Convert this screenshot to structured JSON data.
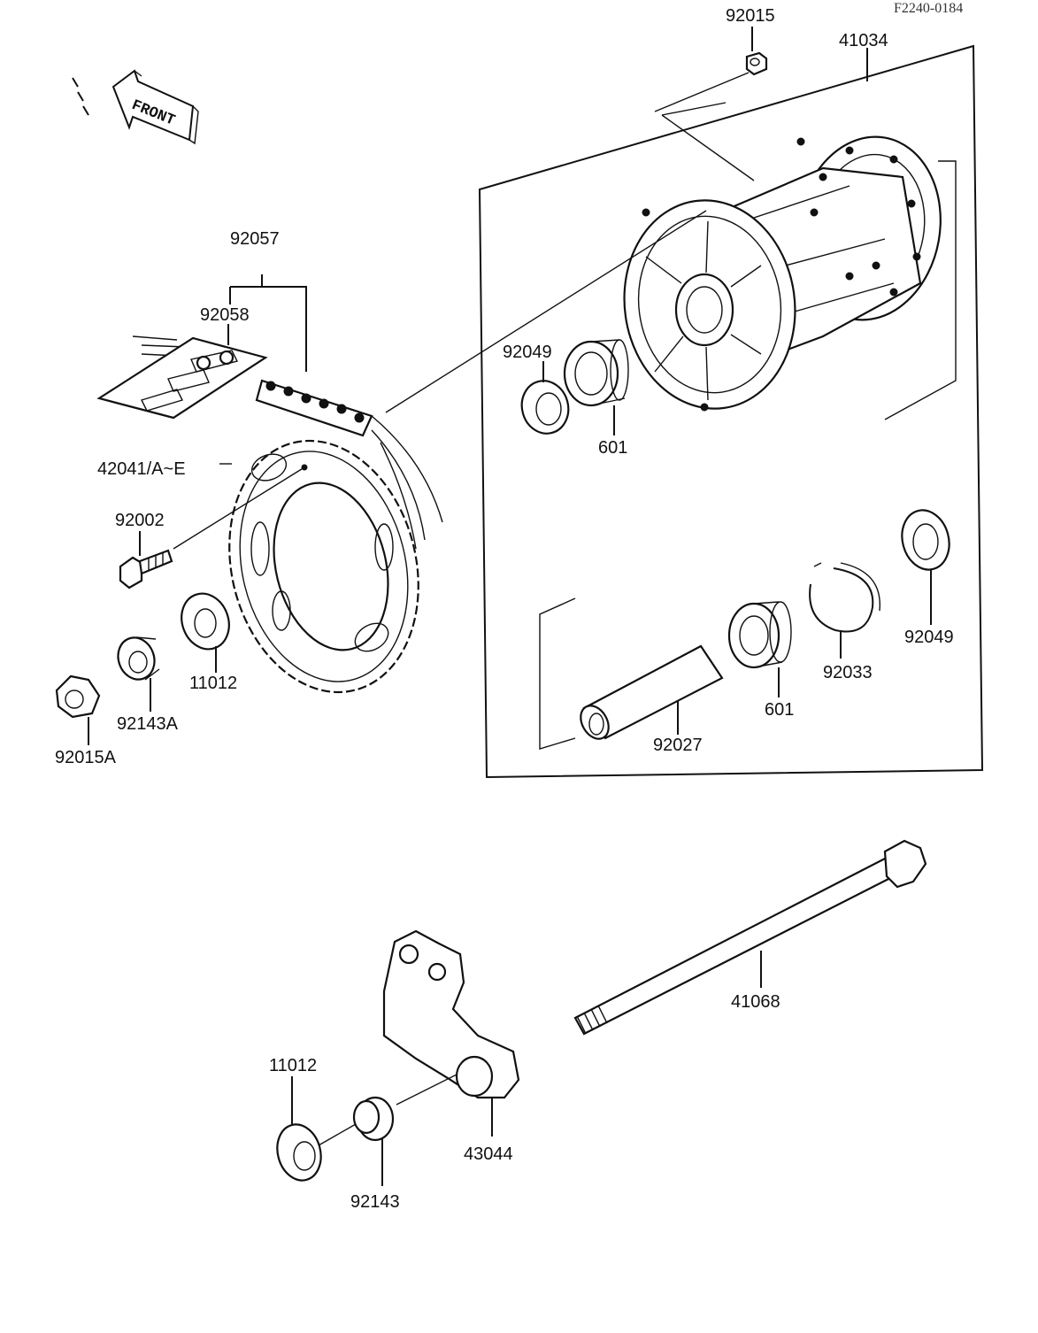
{
  "ref_code": "F2240-0184",
  "front_arrow": "FRONT",
  "labels": {
    "p92015": "92015",
    "p41034": "41034",
    "p92057": "92057",
    "p92058": "92058",
    "p92049_top": "92049",
    "p601_top": "601",
    "p42041": "42041/A~E",
    "p92002": "92002",
    "p11012_top": "11012",
    "p92143A": "92143A",
    "p92015A": "92015A",
    "p92049_right": "92049",
    "p92033": "92033",
    "p601_bottom": "601",
    "p92027": "92027",
    "p41068": "41068",
    "p11012_bottom": "11012",
    "p43044": "43044",
    "p92143": "92143"
  }
}
